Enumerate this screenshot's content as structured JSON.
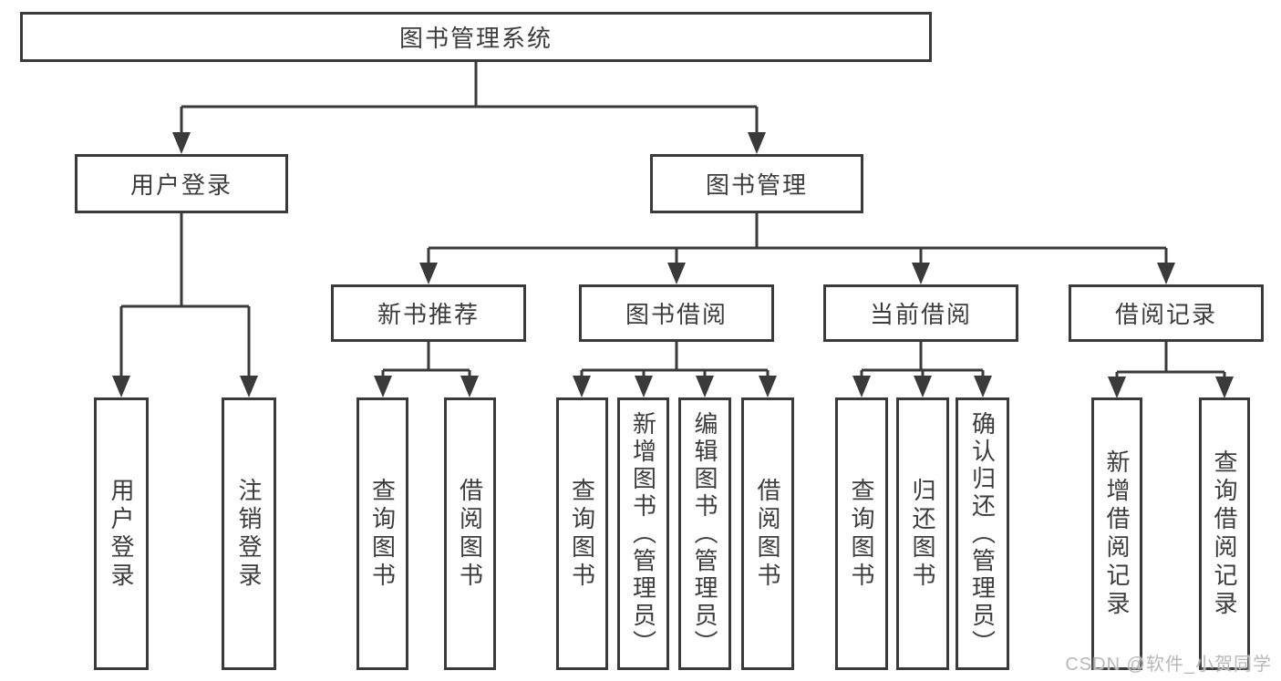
{
  "diagram_type": "hierarchy-tree",
  "colors": {
    "line": "#3a3a3a",
    "box_border": "#3a3a3a",
    "text": "#3c3c3c",
    "background": "#ffffff",
    "watermark": "#b9b9b9"
  },
  "watermark": {
    "text": "CSDN @软件_小贺同学"
  },
  "tree": {
    "label": "图书管理系统",
    "children": [
      {
        "label": "用户登录",
        "children": [
          {
            "label": "用户登录"
          },
          {
            "label": "注销登录"
          }
        ]
      },
      {
        "label": "图书管理",
        "children": [
          {
            "label": "新书推荐",
            "children": [
              {
                "label": "查询图书"
              },
              {
                "label": "借阅图书"
              }
            ]
          },
          {
            "label": "图书借阅",
            "children": [
              {
                "label": "查询图书"
              },
              {
                "label": "新增图书（管理员）"
              },
              {
                "label": "编辑图书（管理员）"
              },
              {
                "label": "借阅图书"
              }
            ]
          },
          {
            "label": "当前借阅",
            "children": [
              {
                "label": "查询图书"
              },
              {
                "label": "归还图书"
              },
              {
                "label": "确认归还（管理员）"
              }
            ]
          },
          {
            "label": "借阅记录",
            "children": [
              {
                "label": "新增借阅记录"
              },
              {
                "label": "查询借阅记录"
              }
            ]
          }
        ]
      }
    ]
  }
}
